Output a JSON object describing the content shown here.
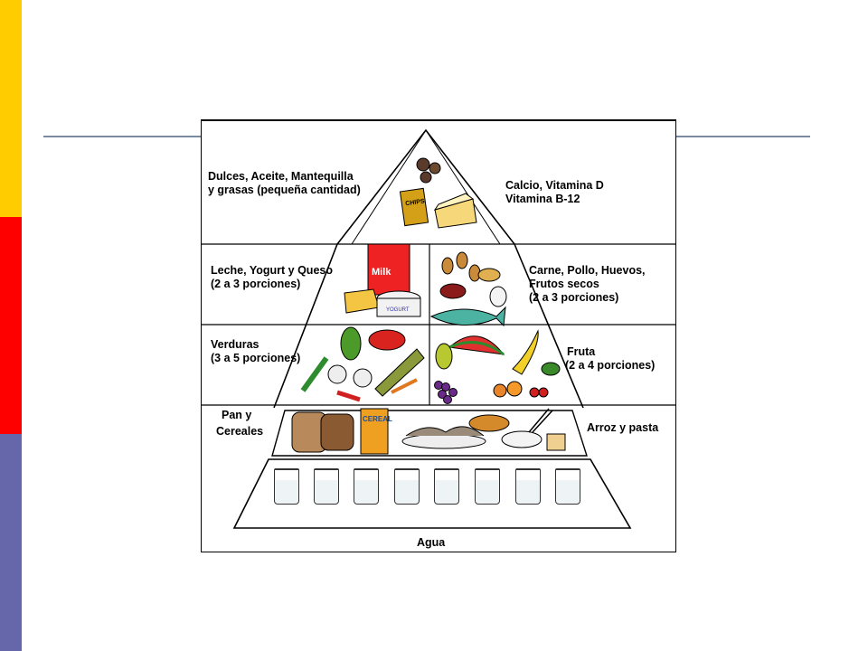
{
  "colors": {
    "bar_top": "#ffcc00",
    "bar_mid": "#ff0000",
    "bar_bottom": "#6666aa",
    "rule": "#7a8aa0"
  },
  "pyramid": {
    "tier1_left": [
      "Dulces, Aceite, Mantequilla",
      "y grasas (pequeña cantidad)"
    ],
    "tier1_right": [
      "Calcio, Vitamina D",
      "Vitamina B-12"
    ],
    "tier2_left": [
      "Leche, Yogurt y Queso",
      "(2 a 3 porciones)"
    ],
    "tier2_right": [
      "Carne, Pollo, Huevos,",
      "Frutos secos",
      "(2 a 3 porciones)"
    ],
    "tier3_left": [
      "Verduras",
      "(3 a 5 porciones)"
    ],
    "tier3_right": [
      "Fruta",
      "(2 a 4 porciones)"
    ],
    "tier4_left": [
      "Pan y",
      "Cereales"
    ],
    "tier4_right": [
      "Arroz y pasta"
    ],
    "base_label": "Agua",
    "food_text": {
      "chips": "CHIPS",
      "milk": "Milk",
      "yogurt": "YOGURT",
      "cereal": "CEREAL"
    }
  }
}
